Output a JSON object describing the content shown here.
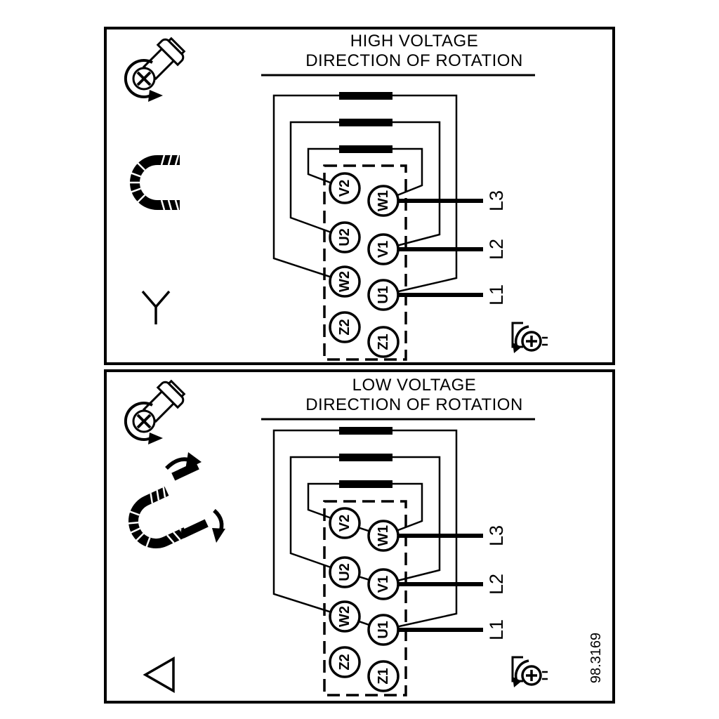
{
  "figure_number": "98.3169",
  "colors": {
    "ink": "#000000",
    "paper": "#ffffff"
  },
  "diagram": {
    "panels": [
      {
        "id": "high-voltage",
        "title_line1": "HIGH VOLTAGE",
        "title_line2": "DIRECTION OF ROTATION",
        "connection_symbol": "star",
        "icons": [
          "screw-rotation-icon",
          "jumper-bracket-icon",
          "star-symbol",
          "screw-tighten-icon"
        ],
        "terminals_left": [
          "V2",
          "U2",
          "W2",
          "Z2"
        ],
        "terminals_right": [
          "W1",
          "V1",
          "U1",
          "Z1"
        ],
        "supply_lines": [
          "L3",
          "L2",
          "L1"
        ]
      },
      {
        "id": "low-voltage",
        "title_line1": "LOW VOLTAGE",
        "title_line2": "DIRECTION OF ROTATION",
        "connection_symbol": "delta",
        "icons": [
          "screw-rotation-icon",
          "jumper-reposition-icon",
          "delta-symbol",
          "screw-tighten-icon"
        ],
        "terminals_left": [
          "V2",
          "U2",
          "W2",
          "Z2"
        ],
        "terminals_right": [
          "W1",
          "V1",
          "U1",
          "Z1"
        ],
        "supply_lines": [
          "L3",
          "L2",
          "L1"
        ]
      }
    ]
  }
}
